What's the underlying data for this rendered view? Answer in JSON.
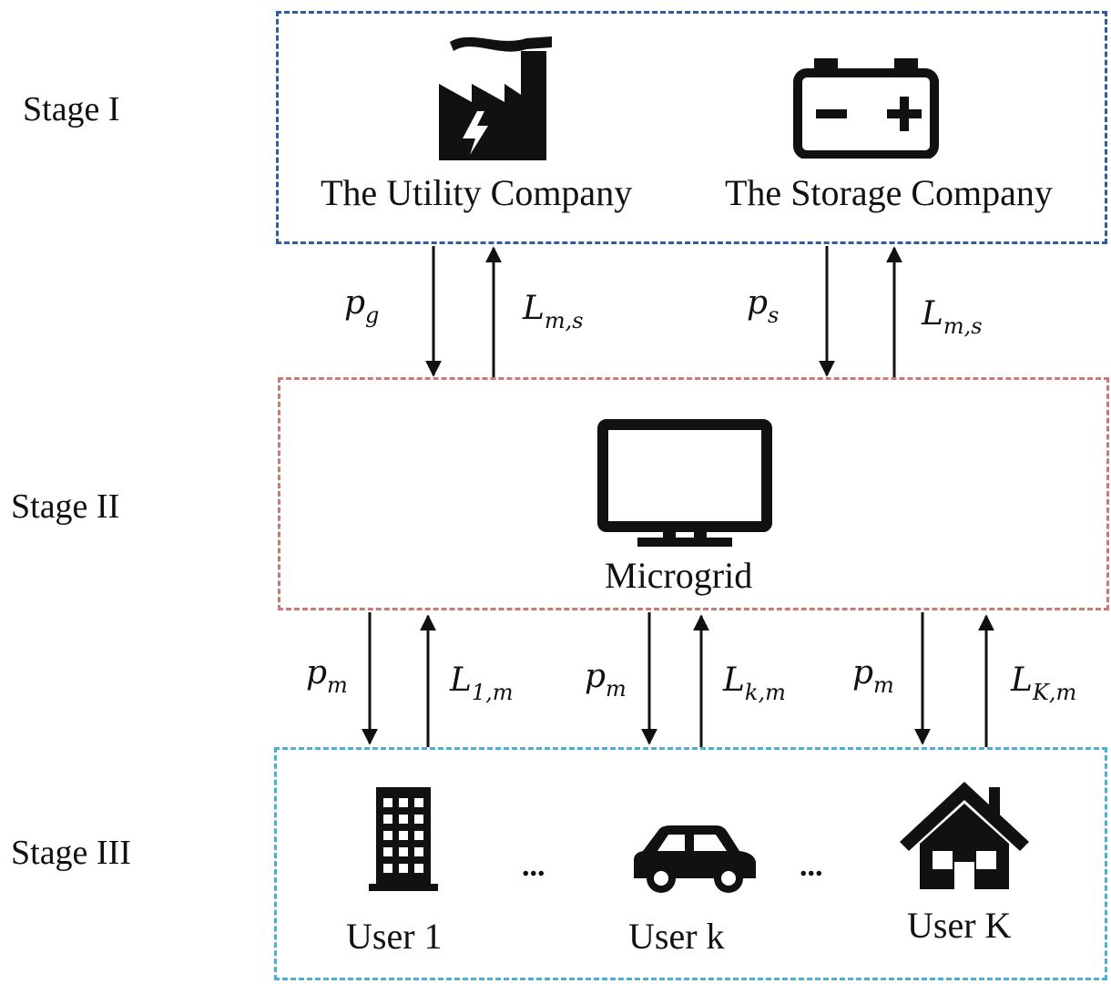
{
  "stages": {
    "stage1": "Stage I",
    "stage2": "Stage II",
    "stage3": "Stage III"
  },
  "stage1_box": {
    "utility_label": "The Utility Company",
    "storage_label": "The Storage Company",
    "utility_icon": "factory-icon",
    "storage_icon": "battery-icon"
  },
  "stage2_box": {
    "microgrid_label": "Microgrid",
    "microgrid_icon": "monitor-icon"
  },
  "stage3_box": {
    "user1_label": "User 1",
    "userk_label": "User k",
    "userK_label": "User K",
    "ellipsis": "...",
    "user1_icon": "building-icon",
    "userk_icon": "car-icon",
    "userK_icon": "house-icon"
  },
  "flows": {
    "pg": {
      "base": "p",
      "sub": "g"
    },
    "lms1": {
      "base": "L",
      "sub": "m,s"
    },
    "ps": {
      "base": "p",
      "sub": "s"
    },
    "lms2": {
      "base": "L",
      "sub": "m,s"
    },
    "pm1": {
      "base": "p",
      "sub": "m"
    },
    "l1m": {
      "base": "L",
      "sub": "1,m"
    },
    "pm2": {
      "base": "p",
      "sub": "m"
    },
    "lkm": {
      "base": "L",
      "sub": "k,m"
    },
    "pm3": {
      "base": "p",
      "sub": "m"
    },
    "lKm": {
      "base": "L",
      "sub": "K,m"
    }
  },
  "colors": {
    "stage1_border": "#2f5d99",
    "stage2_border": "#c97a74",
    "stage3_border": "#4cb0d4"
  }
}
